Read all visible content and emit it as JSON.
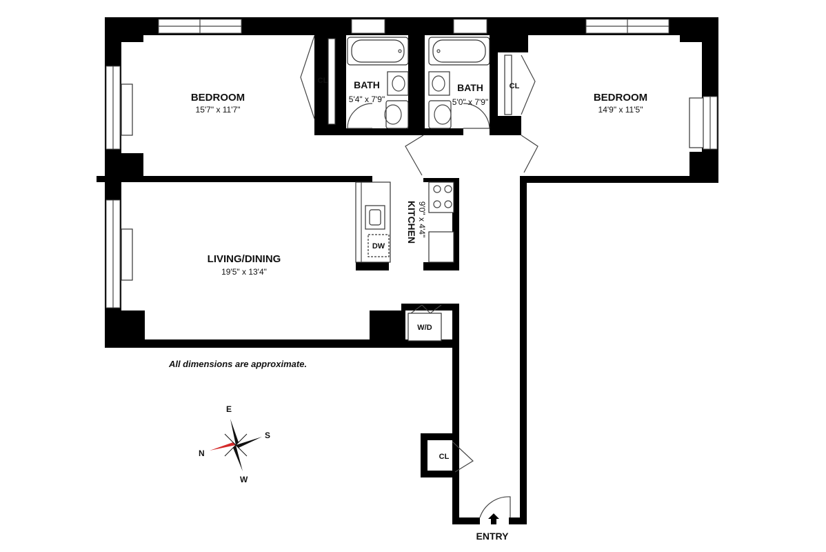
{
  "rooms": {
    "bedroom_left": {
      "name": "BEDROOM",
      "dims": "15'7\" x 11'7\""
    },
    "bath_left": {
      "name": "BATH",
      "dims": "5'4\" x 7'9\""
    },
    "bath_right": {
      "name": "BATH",
      "dims": "5'0\" x 7'9\""
    },
    "bedroom_right": {
      "name": "BEDROOM",
      "dims": "14'9\" x 11'5\""
    },
    "living": {
      "name": "LIVING/DINING",
      "dims": "19'5\" x 13'4\""
    },
    "kitchen": {
      "name": "KITCHEN",
      "dims": "9'0\" x 4'4\""
    }
  },
  "closets": {
    "left": "CL",
    "right": "CL",
    "entry": "CL"
  },
  "appliances": {
    "dishwasher": "DW",
    "washer_dryer": "W/D"
  },
  "entry_label": "ENTRY",
  "note": "All dimensions are approximate.",
  "compass": {
    "north": "N",
    "east": "E",
    "south": "S",
    "west": "W",
    "accent": "#d42a2a"
  }
}
